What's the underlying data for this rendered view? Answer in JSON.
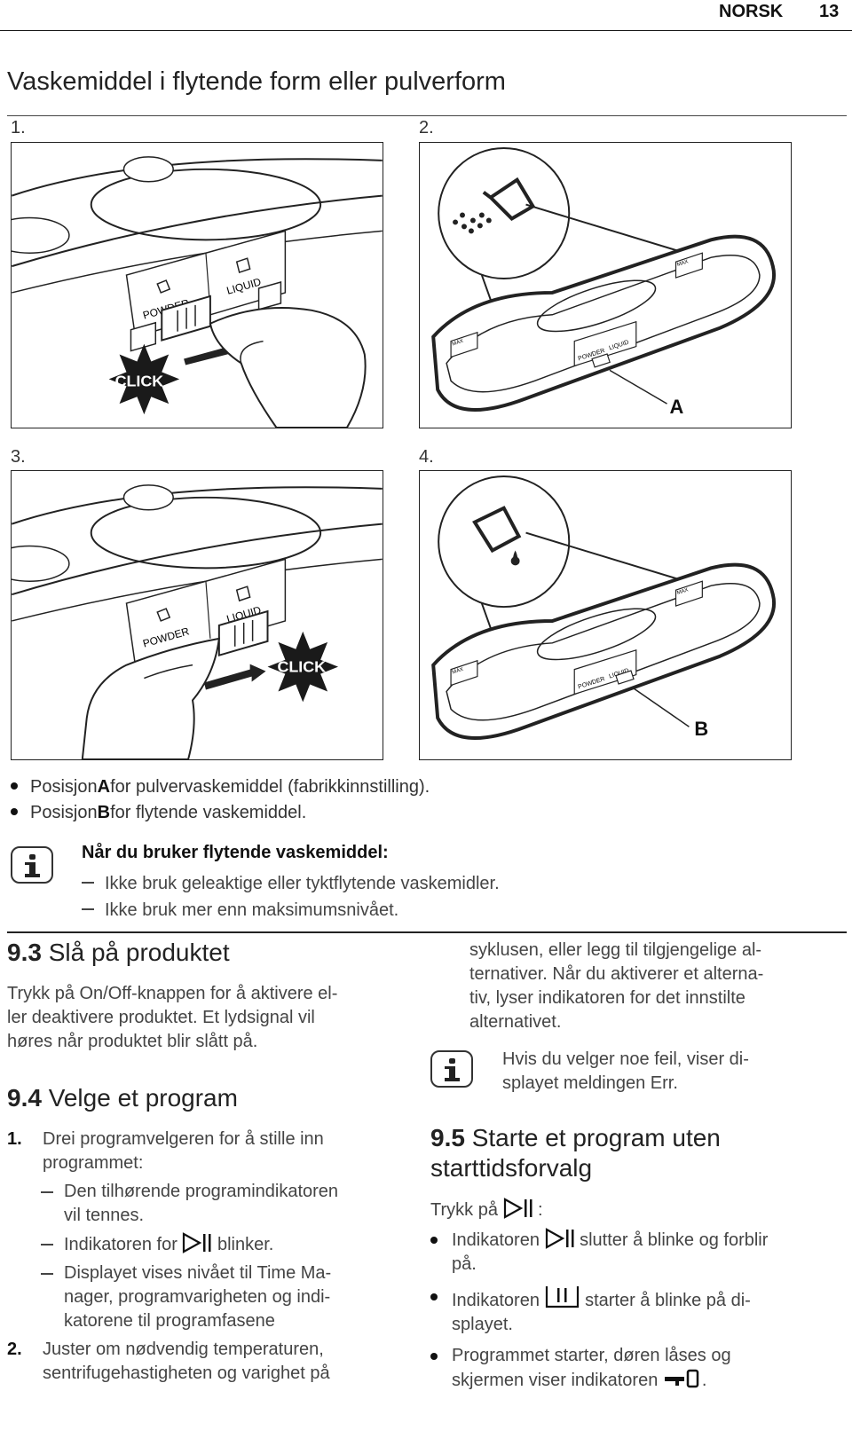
{
  "header": {
    "language": "NORSK",
    "page": "13"
  },
  "section_title": "Vaskemiddel i flytende form eller pulverform",
  "figures": {
    "step1": "1.",
    "step2": "2.",
    "step3": "3.",
    "step4": "4.",
    "powder": "POWDER",
    "liquid": "LIQUID",
    "click": "CLICK",
    "max": "MAX",
    "label_a": "A",
    "label_b": "B"
  },
  "positions": {
    "a_pre": "Posisjon ",
    "a_letter": "A",
    "a_post": " for pulvervaskemiddel (fabrikkinnstilling).",
    "b_pre": "Posisjon ",
    "b_letter": "B",
    "b_post": " for flytende vaskemiddel."
  },
  "note1": {
    "title": "Når du bruker flytende vaskemiddel:",
    "items": [
      "Ikke bruk geleaktige eller tyktflytende vaskemidler.",
      "Ikke bruk mer enn maksimumsnivået."
    ]
  },
  "s93": {
    "num": "9.3",
    "title": " Slå på produktet",
    "lines": [
      "Trykk på On/Off-knappen for å aktivere el-",
      "ler deaktivere produktet. Et lydsignal vil",
      "høres når produktet blir slått på."
    ]
  },
  "s94": {
    "num": "9.4",
    "title": " Velge et program",
    "step1_num": "1.",
    "step1_lines": [
      "Drei programvelgeren for å stille inn",
      "programmet:"
    ],
    "sub1_lines": [
      "Den tilhørende programindikatoren",
      "vil tennes."
    ],
    "sub2_pre": "Indikatoren for ",
    "sub2_post": " blinker.",
    "sub3_lines": [
      "Displayet vises nivået til Time Ma-",
      "nager, programvarigheten og indi-",
      "katorene til programfasene"
    ],
    "step2_num": "2.",
    "step2_lines": [
      "Juster om nødvendig temperaturen,",
      "sentrifugehastigheten og varighet på"
    ]
  },
  "right_col": {
    "cont_lines": [
      "syklusen, eller legg til tilgjengelige al-",
      "ternativer. Når du aktiverer et alterna-",
      "tiv, lyser indikatoren for det innstilte",
      "alternativet."
    ],
    "note_lines": [
      "Hvis du velger noe feil, viser di-",
      "splayet meldingen Err."
    ]
  },
  "s95": {
    "num": "9.5",
    "title_line1": " Starte et program uten",
    "title_line2": "starttidsforvalg",
    "press_pre": "Trykk på ",
    "press_post": " :",
    "b1_pre": "Indikatoren ",
    "b1_post": " slutter å blinke og forblir",
    "b1_line2": "på.",
    "b2_pre": "Indikatoren ",
    "b2_post": " starter å blinke på di-",
    "b2_line2": "splayet.",
    "b3_line1": "Programmet starter, døren låses og",
    "b3_pre": "skjermen viser indikatoren ",
    "b3_post": "."
  }
}
